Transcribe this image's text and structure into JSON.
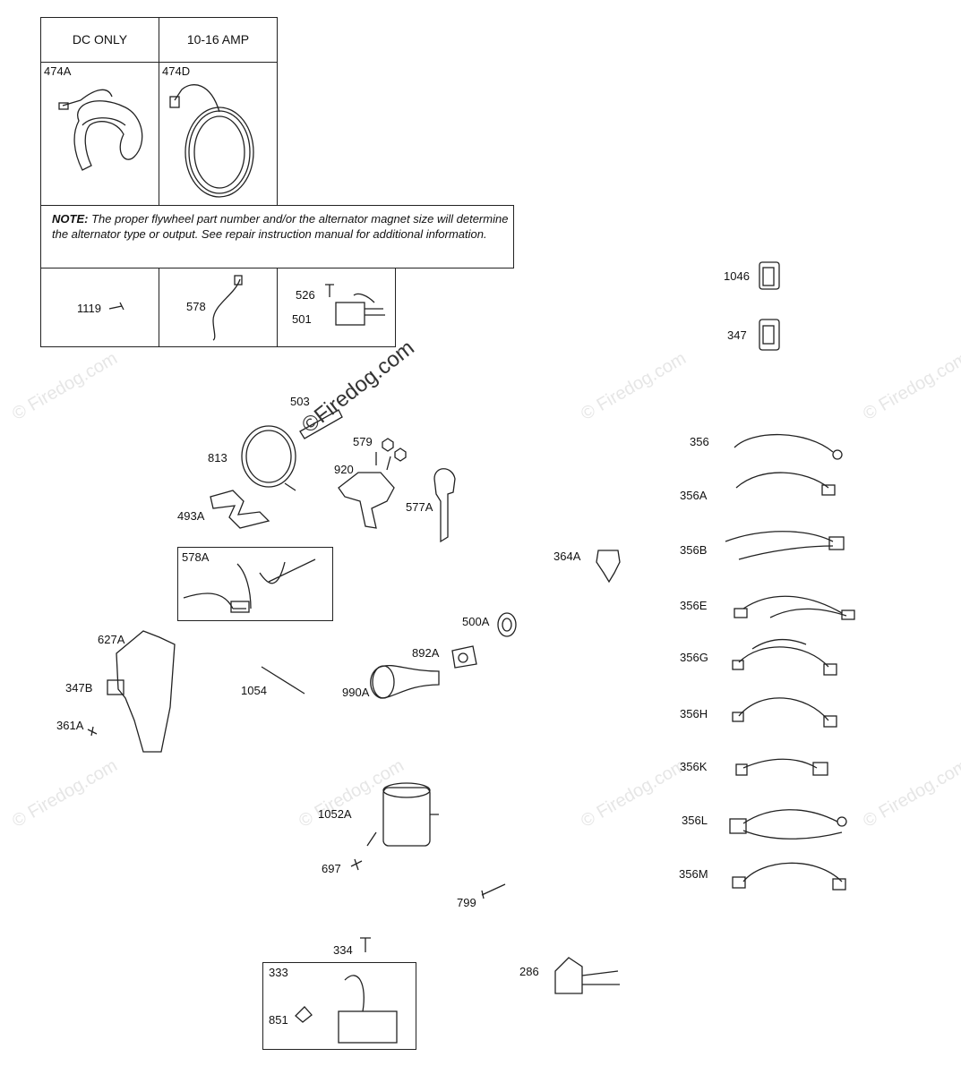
{
  "header": {
    "dc_only": "DC ONLY",
    "amp_range": "10-16 AMP"
  },
  "note": {
    "prefix": "NOTE:",
    "text": "The proper flywheel part number and/or the alternator magnet size will determine the alternator type or output. See repair instruction manual for additional information."
  },
  "watermark": {
    "text": "© Firedog.com",
    "main": "©Firedog.com"
  },
  "parts": {
    "p474A": "474A",
    "p474D": "474D",
    "p1119": "1119",
    "p578": "578",
    "p526": "526",
    "p501": "501",
    "p1046": "1046",
    "p347": "347",
    "p503": "503",
    "p813": "813",
    "p579": "579",
    "p920": "920",
    "p577A": "577A",
    "p493A": "493A",
    "p578A": "578A",
    "p364A": "364A",
    "p356": "356",
    "p356A": "356A",
    "p356B": "356B",
    "p356E": "356E",
    "p356G": "356G",
    "p356H": "356H",
    "p356K": "356K",
    "p356L": "356L",
    "p356M": "356M",
    "p500A": "500A",
    "p892A": "892A",
    "p990A": "990A",
    "p627A": "627A",
    "p347B": "347B",
    "p361A": "361A",
    "p1054": "1054",
    "p1052A": "1052A",
    "p697": "697",
    "p799": "799",
    "p334": "334",
    "p333": "333",
    "p851": "851",
    "p286": "286"
  }
}
